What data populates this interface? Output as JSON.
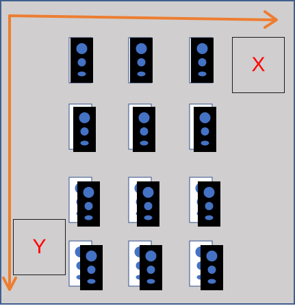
{
  "diagram": {
    "x_axis_label": "X",
    "y_axis_label": "Y",
    "rows": 4,
    "columns": 3,
    "colors": {
      "background": "#D0CECE",
      "border": "#3F5F8F",
      "axis_arrow": "#ED7D31",
      "label_text": "#FF0000",
      "card_front": "#000000",
      "card_back": "#FFFFFF",
      "dot": "#4472C4"
    }
  }
}
